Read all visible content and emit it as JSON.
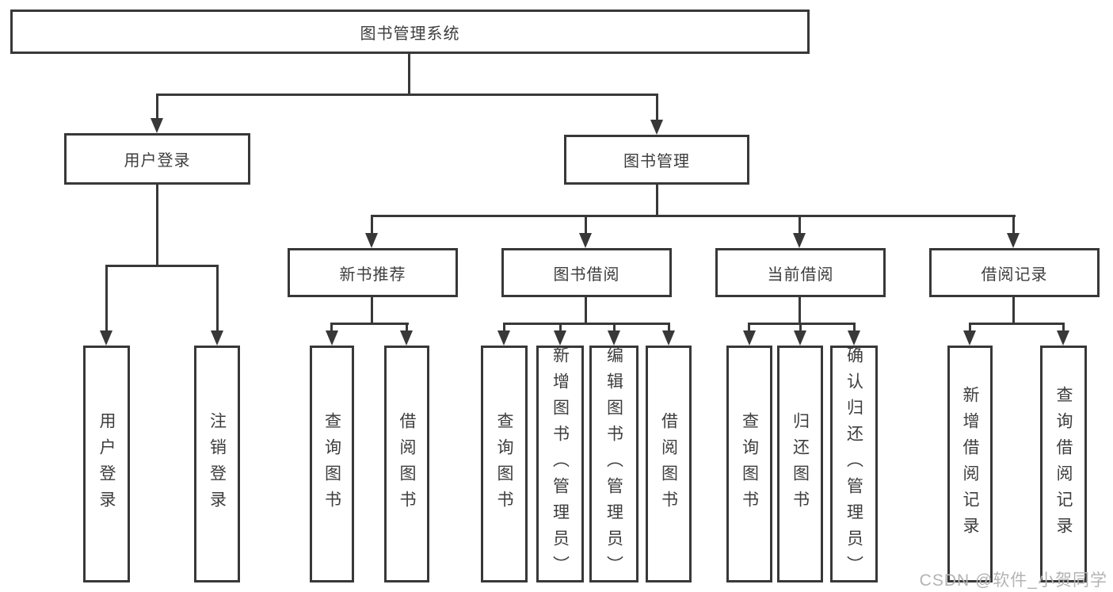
{
  "diagram": {
    "root": {
      "label": "图书管理系统"
    },
    "user_login": {
      "label": "用户登录",
      "children": [
        {
          "label": "用户登录"
        },
        {
          "label": "注销登录"
        }
      ]
    },
    "book_management": {
      "label": "图书管理",
      "groups": [
        {
          "label": "新书推荐",
          "children": [
            {
              "label": "查询图书"
            },
            {
              "label": "借阅图书"
            }
          ]
        },
        {
          "label": "图书借阅",
          "children": [
            {
              "label": "查询图书"
            },
            {
              "label": "新增图书（管理员）"
            },
            {
              "label": "编辑图书（管理员）"
            },
            {
              "label": "借阅图书"
            }
          ]
        },
        {
          "label": "当前借阅",
          "children": [
            {
              "label": "查询图书"
            },
            {
              "label": "归还图书"
            },
            {
              "label": "确认归还（管理员）"
            }
          ]
        },
        {
          "label": "借阅记录",
          "children": [
            {
              "label": "新增借阅记录"
            },
            {
              "label": "查询借阅记录"
            }
          ]
        }
      ]
    }
  },
  "watermark": {
    "text": "CSDN @软件_小贺同学"
  },
  "colors": {
    "line": "#383838",
    "text": "#3d3d3d",
    "watermark": "#b3b3b3",
    "background": "#ffffff"
  }
}
